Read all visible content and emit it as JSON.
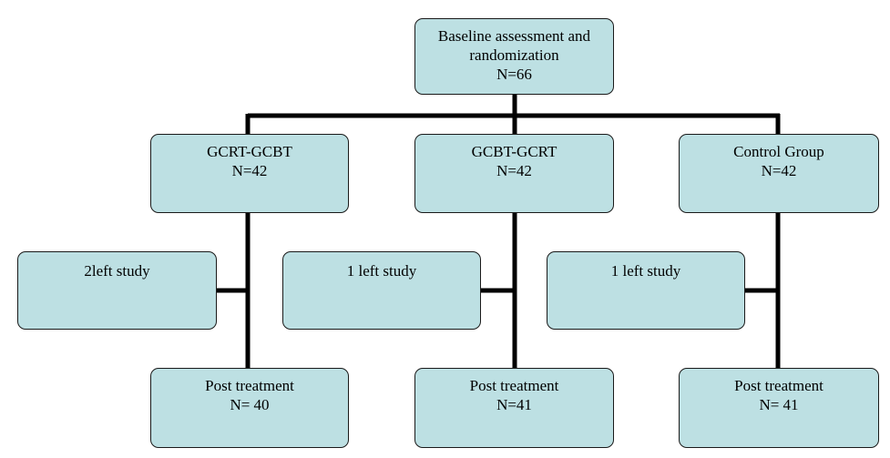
{
  "colors": {
    "box_fill": "#bde0e3",
    "box_border": "#1a1a1a",
    "connector": "#000000"
  },
  "baseline": {
    "line1": "Baseline assessment and",
    "line2": "randomization",
    "line3": "N=66"
  },
  "groups": [
    {
      "name": "GCRT-GCBT",
      "n": "N=42",
      "dropout": "2left study",
      "post_label": "Post treatment",
      "post_n": "N= 40"
    },
    {
      "name": "GCBT-GCRT",
      "n": "N=42",
      "dropout": "1 left study",
      "post_label": "Post treatment",
      "post_n": "N=41"
    },
    {
      "name": "Control Group",
      "n": "N=42",
      "dropout": "1 left study",
      "post_label": "Post treatment",
      "post_n": "N= 41"
    }
  ]
}
